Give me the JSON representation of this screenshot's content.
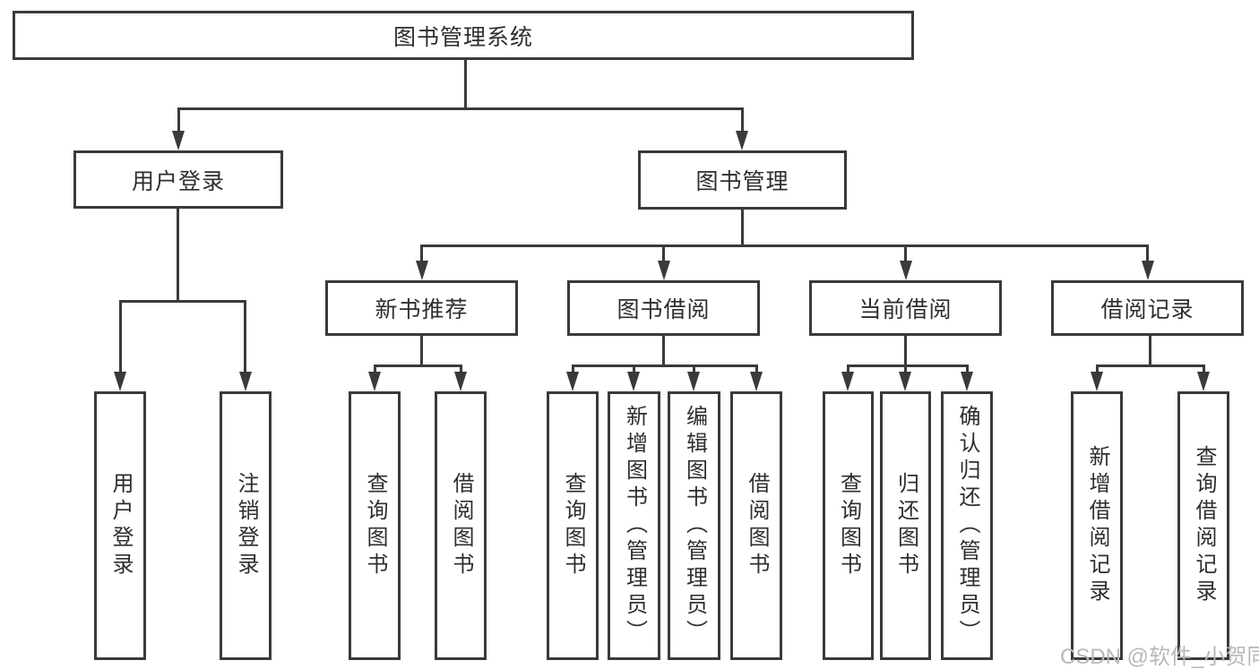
{
  "diagram": {
    "title_node": {
      "label": "图书管理系统"
    },
    "branches": [
      {
        "label": "用户登录",
        "children": [
          {
            "label": "用户登录"
          },
          {
            "label": "注销登录"
          }
        ]
      },
      {
        "label": "图书管理",
        "children": [
          {
            "label": "新书推荐",
            "children": [
              {
                "label": "查询图书"
              },
              {
                "label": "借阅图书"
              }
            ]
          },
          {
            "label": "图书借阅",
            "children": [
              {
                "label": "查询图书"
              },
              {
                "label": "新增图书（管理员）"
              },
              {
                "label": "编辑图书（管理员）"
              },
              {
                "label": "借阅图书"
              }
            ]
          },
          {
            "label": "当前借阅",
            "children": [
              {
                "label": "查询图书"
              },
              {
                "label": "归还图书"
              },
              {
                "label": "确认归还（管理员）"
              }
            ]
          },
          {
            "label": "借阅记录",
            "children": [
              {
                "label": "新增借阅记录"
              },
              {
                "label": "查询借阅记录"
              }
            ]
          }
        ]
      }
    ],
    "watermark": "CSDN @软件_小贺同学",
    "colors": {
      "line": "#3a3a3a",
      "text": "#2e2e2e",
      "watermark": "#b8b8b8",
      "background": "#ffffff"
    }
  }
}
